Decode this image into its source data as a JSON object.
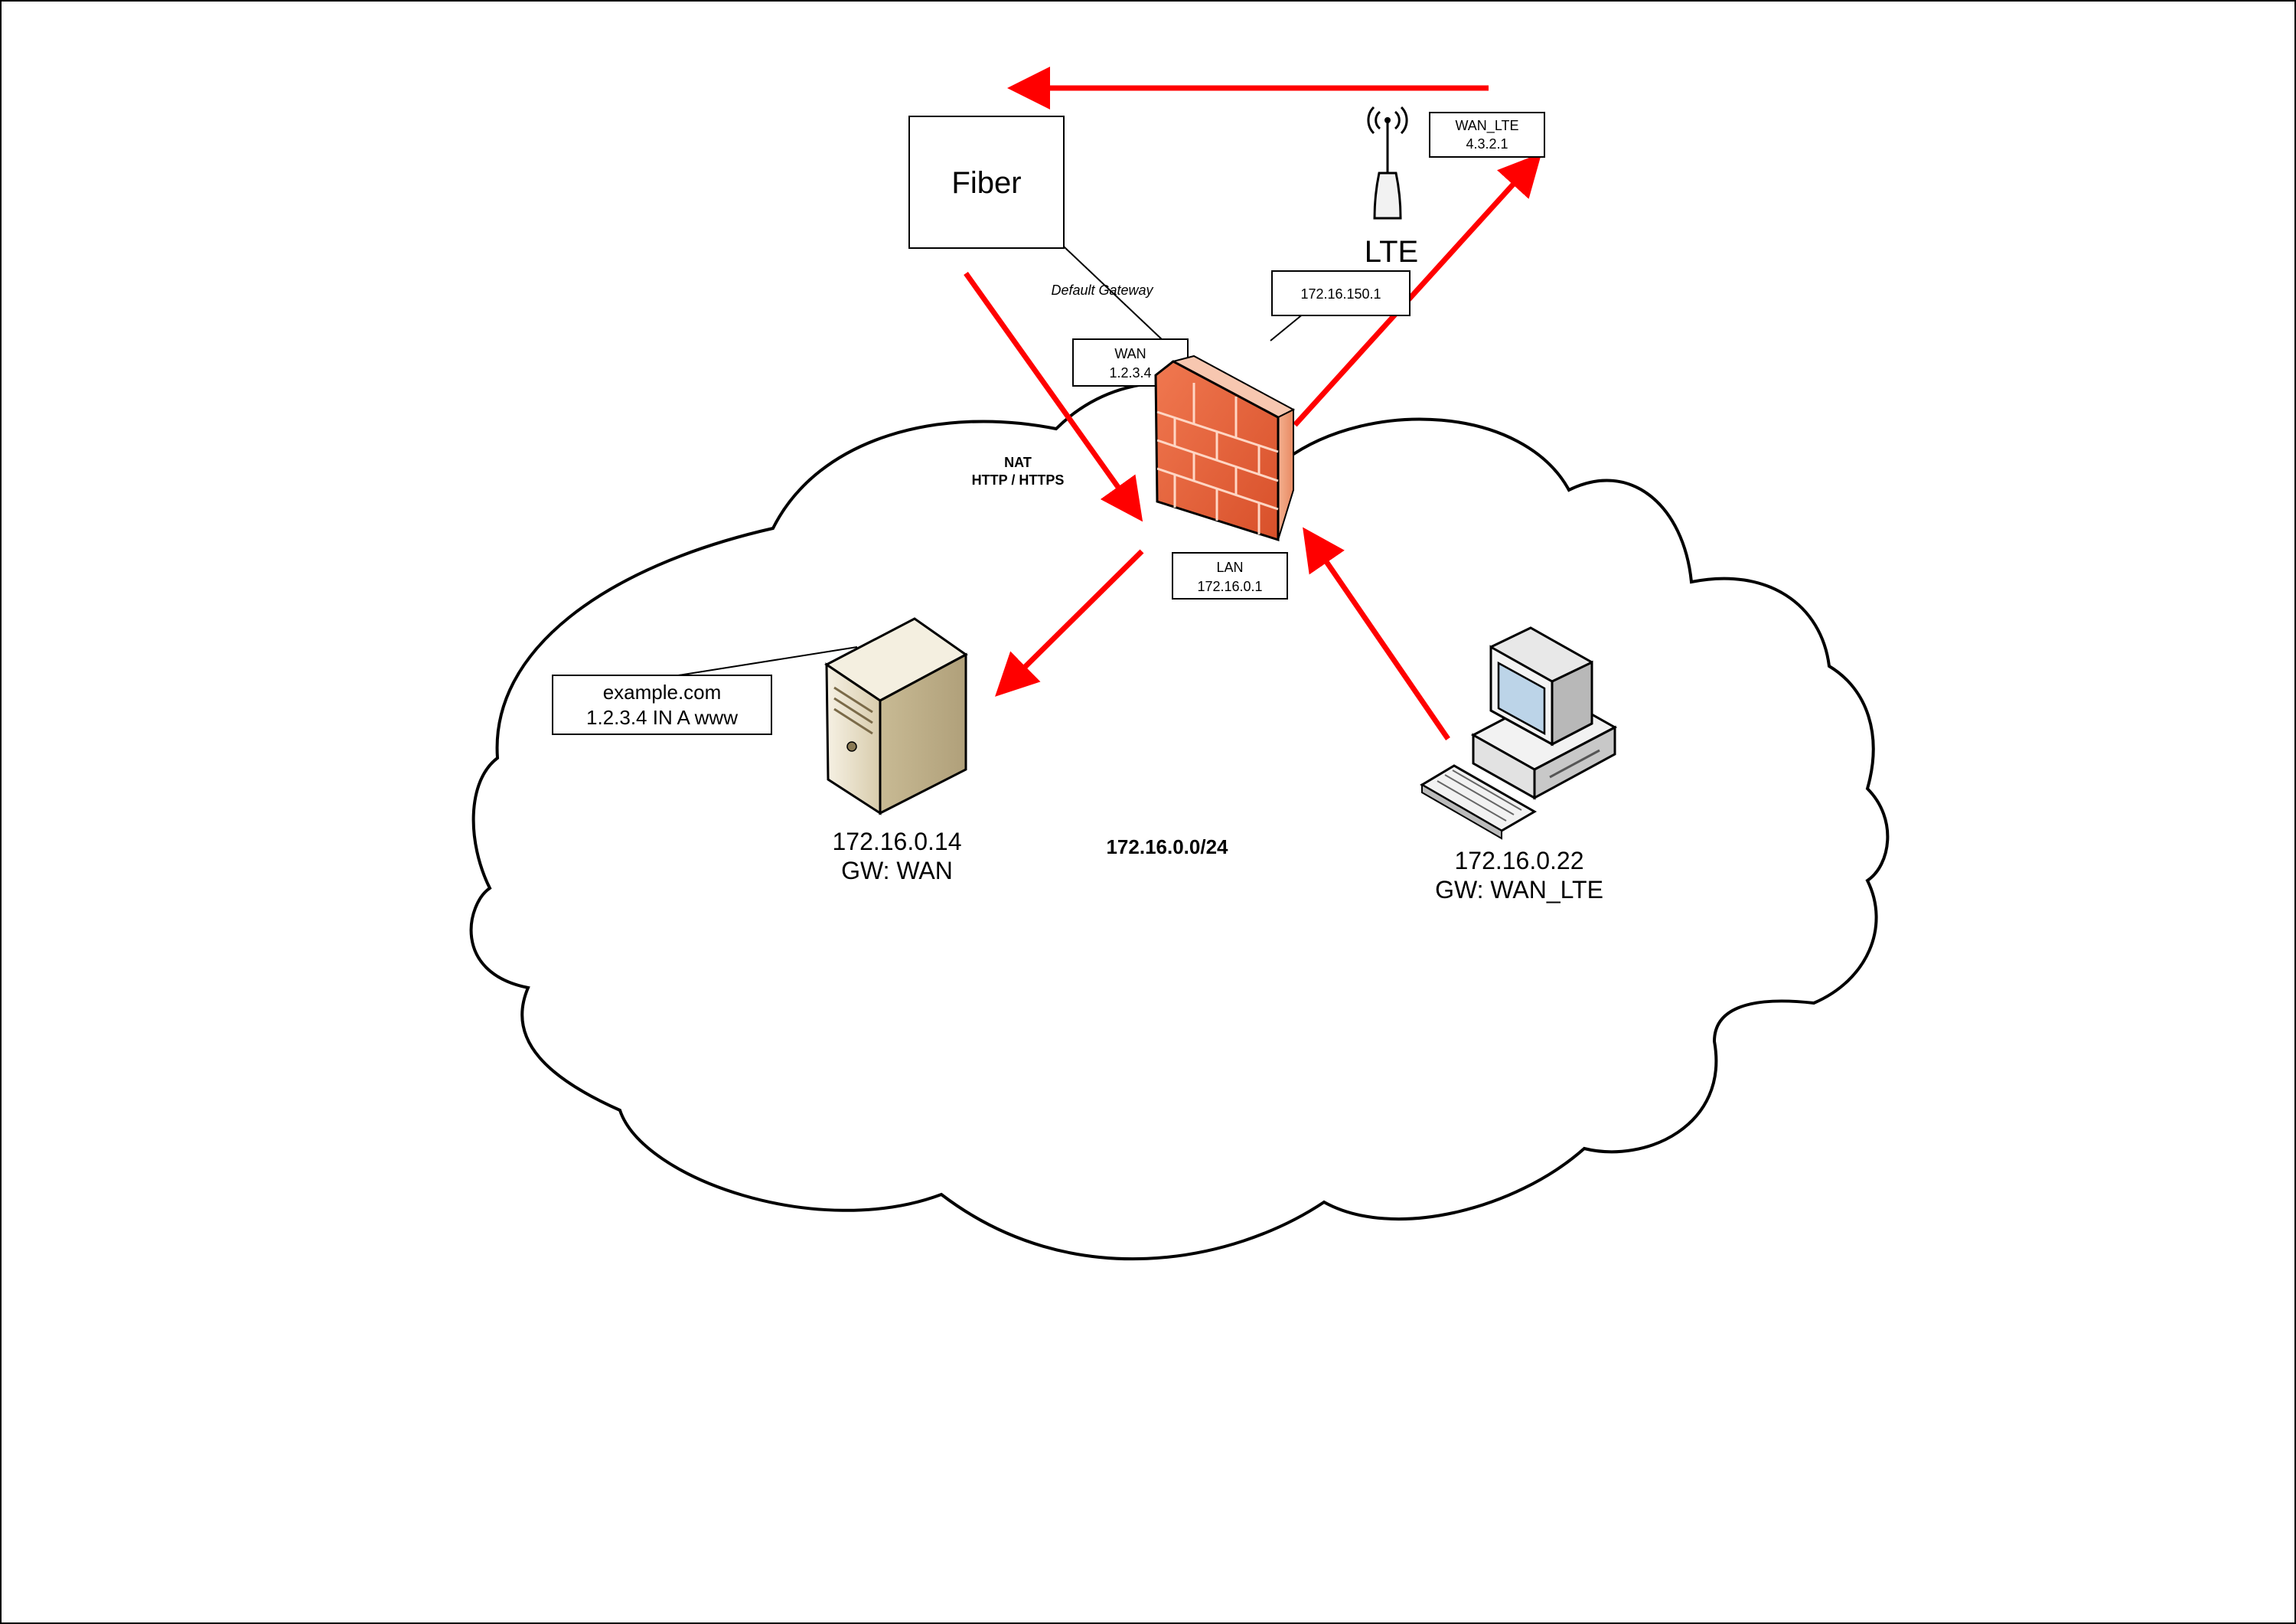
{
  "colors": {
    "arrow": "#ff0000",
    "firewall_face": "#e8603a",
    "firewall_side": "#f0906a",
    "server_body": "#efe8d6",
    "outline": "#000000"
  },
  "nodes": {
    "fiber": {
      "label": "Fiber"
    },
    "lte": {
      "label": "LTE",
      "icon": "antenna-icon"
    },
    "firewall": {
      "icon": "firewall-icon"
    },
    "server": {
      "icon": "server-icon",
      "ip": "172.16.0.14",
      "gw": "GW: WAN"
    },
    "workstation": {
      "icon": "computer-icon",
      "ip": "172.16.0.22",
      "gw": "GW: WAN_LTE"
    }
  },
  "boxes": {
    "wan_lte": {
      "line1": "WAN_LTE",
      "line2": "4.3.2.1"
    },
    "lte_local": {
      "line1": "172.16.150.1"
    },
    "wan": {
      "line1": "WAN",
      "line2": "1.2.3.4"
    },
    "lan": {
      "line1": "LAN",
      "line2": "172.16.0.1"
    },
    "dns": {
      "line1": "example.com",
      "line2": "1.2.3.4  IN A  www"
    }
  },
  "annotations": {
    "default_gateway": "Default Gateway",
    "nat_line1": "NAT",
    "nat_line2": "HTTP / HTTPS",
    "subnet": "172.16.0.0/24"
  }
}
